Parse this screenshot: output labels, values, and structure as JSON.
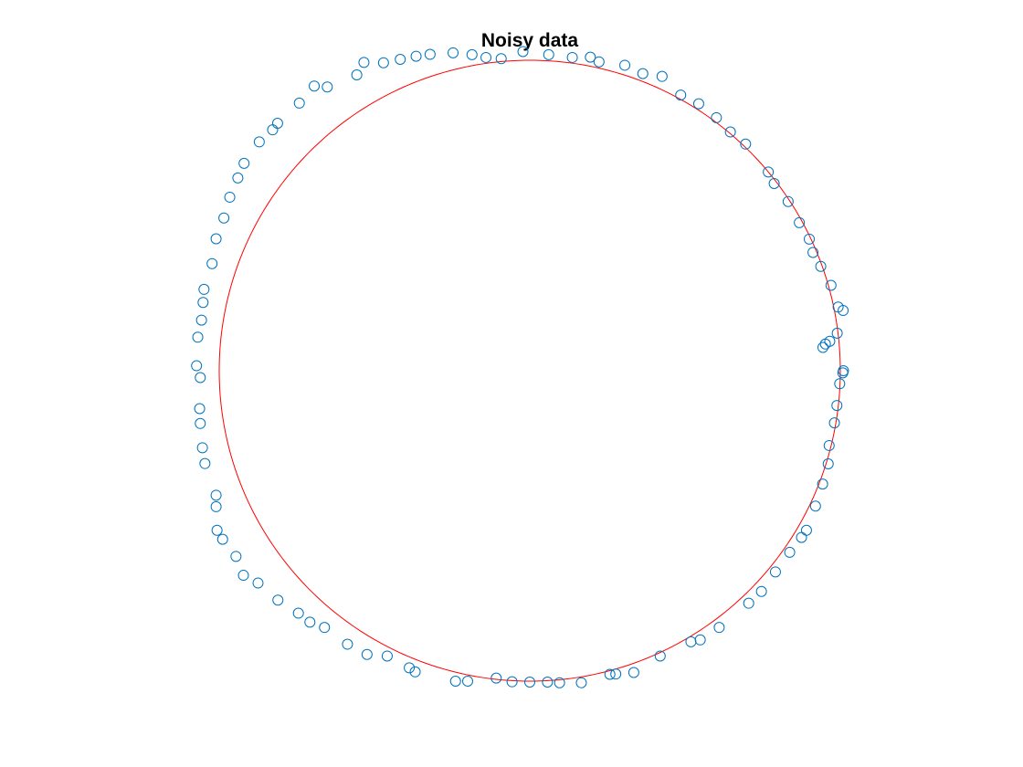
{
  "chart_data": {
    "type": "scatter",
    "title": "Noisy data",
    "xlabel": "",
    "ylabel": "",
    "axes_visible": false,
    "grid": false,
    "aspect": "equal",
    "xlim": [
      -1.05,
      1.05
    ],
    "ylim": [
      -1.05,
      1.05
    ],
    "series": [
      {
        "kind": "scatter",
        "marker": "open-circle",
        "color": "#0072BD",
        "points": [
          [
            1.01,
            0.0
          ],
          [
            1.008,
            -0.007
          ],
          [
            0.998,
            -0.042
          ],
          [
            0.989,
            -0.112
          ],
          [
            0.981,
            -0.168
          ],
          [
            0.964,
            -0.241
          ],
          [
            0.961,
            -0.3
          ],
          [
            0.943,
            -0.365
          ],
          [
            0.92,
            -0.436
          ],
          [
            0.891,
            -0.514
          ],
          [
            0.875,
            -0.537
          ],
          [
            0.837,
            -0.585
          ],
          [
            0.791,
            -0.648
          ],
          [
            0.746,
            -0.711
          ],
          [
            0.705,
            -0.749
          ],
          [
            0.61,
            -0.827
          ],
          [
            0.549,
            -0.867
          ],
          [
            0.519,
            -0.873
          ],
          [
            0.42,
            -0.919
          ],
          [
            0.335,
            -0.972
          ],
          [
            0.277,
            -0.977
          ],
          [
            0.258,
            -0.978
          ],
          [
            0.166,
            -1.005
          ],
          [
            0.096,
            -1.005
          ],
          [
            0.057,
            -1.003
          ],
          [
            0.0,
            -1.003
          ],
          [
            -0.057,
            -1.002
          ],
          [
            -0.108,
            -0.99
          ],
          [
            -0.2,
            -1.0
          ],
          [
            -0.239,
            -1.0
          ],
          [
            -0.369,
            -0.97
          ],
          [
            -0.388,
            -0.957
          ],
          [
            -0.459,
            -0.919
          ],
          [
            -0.524,
            -0.914
          ],
          [
            -0.587,
            -0.881
          ],
          [
            -0.661,
            -0.827
          ],
          [
            -0.708,
            -0.81
          ],
          [
            -0.745,
            -0.781
          ],
          [
            -0.811,
            -0.739
          ],
          [
            -0.875,
            -0.684
          ],
          [
            -0.922,
            -0.659
          ],
          [
            -0.946,
            -0.598
          ],
          [
            -0.989,
            -0.543
          ],
          [
            -1.007,
            -0.514
          ],
          [
            -1.01,
            -0.438
          ],
          [
            -1.01,
            -0.401
          ],
          [
            -1.046,
            -0.299
          ],
          [
            -1.054,
            -0.248
          ],
          [
            -1.061,
            -0.17
          ],
          [
            -1.063,
            -0.122
          ],
          [
            -1.061,
            -0.022
          ],
          [
            -1.073,
            0.016
          ],
          [
            -1.069,
            0.108
          ],
          [
            -1.057,
            0.163
          ],
          [
            -1.052,
            0.22
          ],
          [
            -1.049,
            0.262
          ],
          [
            -1.023,
            0.345
          ],
          [
            -1.01,
            0.425
          ],
          [
            -0.985,
            0.492
          ],
          [
            -0.966,
            0.559
          ],
          [
            -0.94,
            0.621
          ],
          [
            -0.92,
            0.668
          ],
          [
            -0.871,
            0.737
          ],
          [
            -0.828,
            0.776
          ],
          [
            -0.812,
            0.797
          ],
          [
            -0.742,
            0.862
          ],
          [
            -0.694,
            0.917
          ],
          [
            -0.652,
            0.914
          ],
          [
            -0.557,
            0.953
          ],
          [
            -0.534,
            0.993
          ],
          [
            -0.471,
            0.992
          ],
          [
            -0.417,
            1.003
          ],
          [
            -0.366,
            1.013
          ],
          [
            -0.321,
            1.019
          ],
          [
            -0.247,
            1.024
          ],
          [
            -0.186,
            1.018
          ],
          [
            -0.141,
            1.009
          ],
          [
            -0.092,
            1.005
          ],
          [
            -0.022,
            1.028
          ],
          [
            0.061,
            1.018
          ],
          [
            0.137,
            1.009
          ],
          [
            0.195,
            1.01
          ],
          [
            0.223,
            0.995
          ],
          [
            0.306,
            0.984
          ],
          [
            0.364,
            0.957
          ],
          [
            0.426,
            0.948
          ],
          [
            0.486,
            0.888
          ],
          [
            0.544,
            0.86
          ],
          [
            0.601,
            0.815
          ],
          [
            0.646,
            0.769
          ],
          [
            0.695,
            0.73
          ],
          [
            0.768,
            0.64
          ],
          [
            0.787,
            0.603
          ],
          [
            0.832,
            0.545
          ],
          [
            0.868,
            0.477
          ],
          [
            0.9,
            0.424
          ],
          [
            0.912,
            0.381
          ],
          [
            0.937,
            0.336
          ],
          [
            0.97,
            0.275
          ],
          [
            0.993,
            0.205
          ],
          [
            1.009,
            0.194
          ],
          [
            0.99,
            0.121
          ],
          [
            0.966,
            0.095
          ],
          [
            0.952,
            0.086
          ],
          [
            0.944,
            0.075
          ]
        ]
      },
      {
        "kind": "line",
        "shape": "fitted-circle",
        "color": "#FF0000",
        "center": [
          0.0,
          0.0
        ],
        "radius": 1.0
      }
    ]
  }
}
